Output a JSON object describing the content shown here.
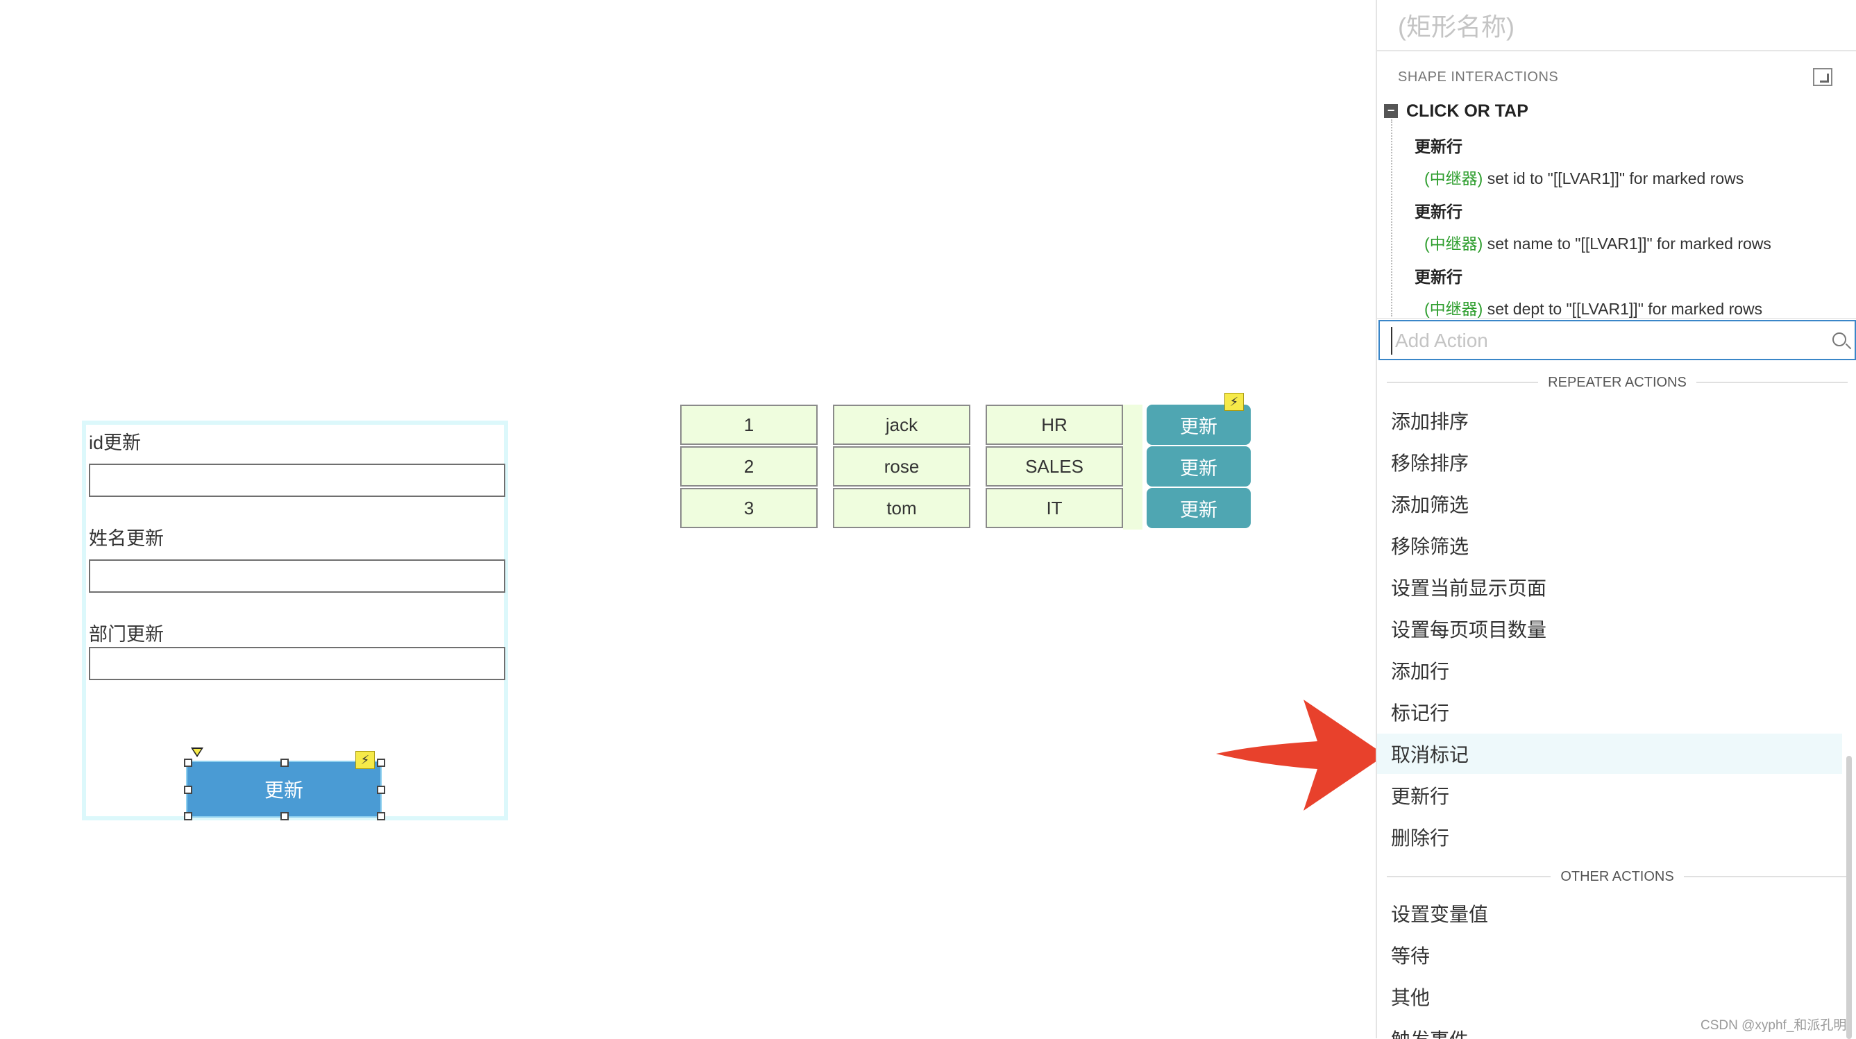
{
  "form": {
    "id_label": "id更新",
    "name_label": "姓名更新",
    "dept_label": "部门更新",
    "button_label": "更新"
  },
  "repeater": {
    "rows": [
      {
        "id": "1",
        "name": "jack",
        "dept": "HR",
        "button": "更新"
      },
      {
        "id": "2",
        "name": "rose",
        "dept": "SALES",
        "button": "更新"
      },
      {
        "id": "3",
        "name": "tom",
        "dept": "IT",
        "button": "更新"
      }
    ]
  },
  "panel": {
    "shape_name": "(矩形名称)",
    "section_title": "SHAPE INTERACTIONS",
    "event_title": "CLICK OR TAP",
    "actions": [
      {
        "head": "更新行",
        "tag": "(中继器)",
        "text": " set id to \"[[LVAR1]]\" for marked rows"
      },
      {
        "head": "更新行",
        "tag": "(中继器)",
        "text": " set name to \"[[LVAR1]]\" for marked rows"
      },
      {
        "head": "更新行",
        "tag": "(中继器)",
        "text": " set dept to \"[[LVAR1]]\" for marked rows"
      }
    ]
  },
  "dropdown": {
    "search_placeholder": "Add Action",
    "repeater_group": "REPEATER ACTIONS",
    "repeater_items": [
      "添加排序",
      "移除排序",
      "添加筛选",
      "移除筛选",
      "设置当前显示页面",
      "设置每页项目数量",
      "添加行",
      "标记行",
      "取消标记",
      "更新行",
      "删除行"
    ],
    "highlighted_index": 8,
    "other_group": "OTHER ACTIONS",
    "other_items": [
      "设置变量值",
      "等待",
      "其他",
      "触发事件"
    ]
  },
  "watermark": "CSDN @xyphf_和派孔明",
  "colors": {
    "accent_blue": "#4a9bd4",
    "repeater_button": "#4fa6b2",
    "cell_bg": "#effdde",
    "arrow_red": "#e8412c",
    "action_tag_green": "#2e9e2e"
  }
}
